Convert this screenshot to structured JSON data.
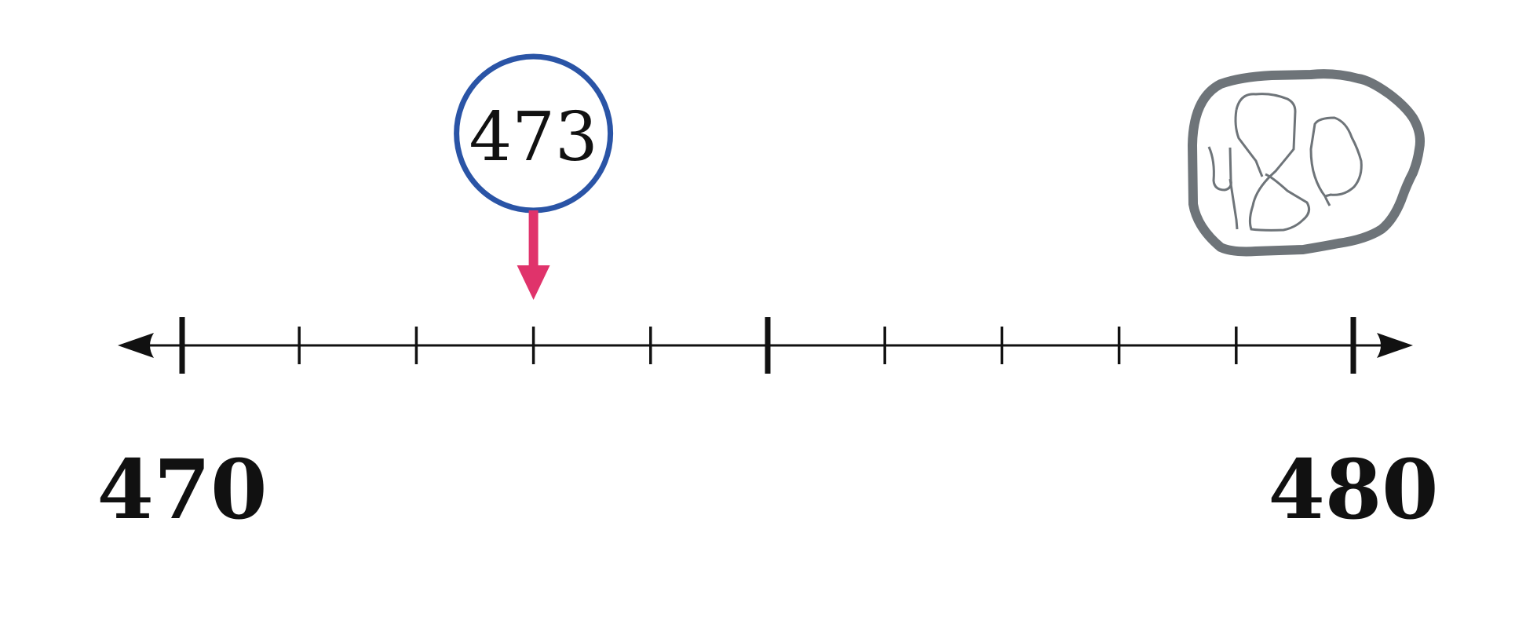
{
  "number_line": {
    "min": 470,
    "max": 480,
    "step": 1,
    "major_ticks": [
      470,
      475,
      480
    ],
    "start_label": "470",
    "end_label": "480",
    "arrows_both_ends": true
  },
  "marker": {
    "value": 473,
    "label": "473",
    "circle_color": "#2a54a6",
    "arrow_color": "#e0336b"
  },
  "doodle": {
    "icon": "cloud-scribble-icon",
    "color": "#6e7479"
  },
  "colors": {
    "line": "#111111",
    "background": "#ffffff"
  }
}
